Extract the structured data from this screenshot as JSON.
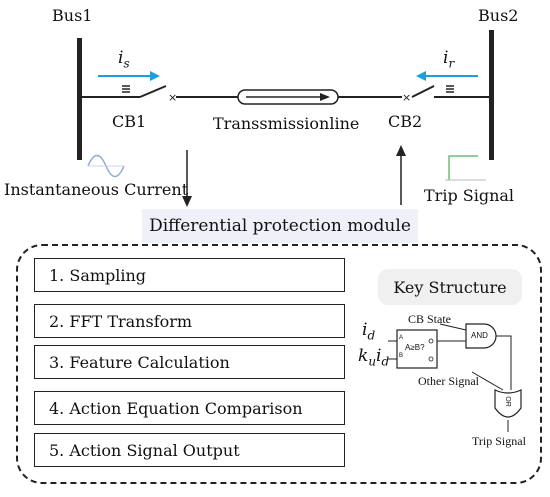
{
  "bus1_label": "Bus1",
  "bus2_label": "Bus2",
  "current_is": {
    "base": "i",
    "sub": "s"
  },
  "current_ir": {
    "base": "i",
    "sub": "r"
  },
  "cb1_label": "CB1",
  "cb2_label": "CB2",
  "line_label": "Transsmissionline",
  "left_signal_label": "Instantaneous Current",
  "right_signal_label": "Trip Signal",
  "module_label": "Differential protection module",
  "steps": [
    "1. Sampling",
    "2. FFT Transform",
    "3. Feature Calculation",
    "4. Action Equation Comparison",
    "5. Action Signal Output"
  ],
  "key_structure": {
    "title": "Key Structure",
    "cb_state": "CB State",
    "input_id": {
      "base": "i",
      "sub": "d"
    },
    "input_kid": {
      "k": "k",
      "ksub": "u",
      "i": "i",
      "isub": "d"
    },
    "comparator_text": "A≥B?",
    "and_label": "AND",
    "or_label": "OR",
    "other_signal": "Other Signal",
    "trip_signal": "Trip Signal",
    "port_a": "A",
    "port_b": "B"
  },
  "colors": {
    "current_arrow": "#1aa0e0",
    "bus": "#222222",
    "module_bg": "#eef1f8",
    "sine_icon": "#8fa8d8",
    "step_icon": "#6fbf73"
  }
}
